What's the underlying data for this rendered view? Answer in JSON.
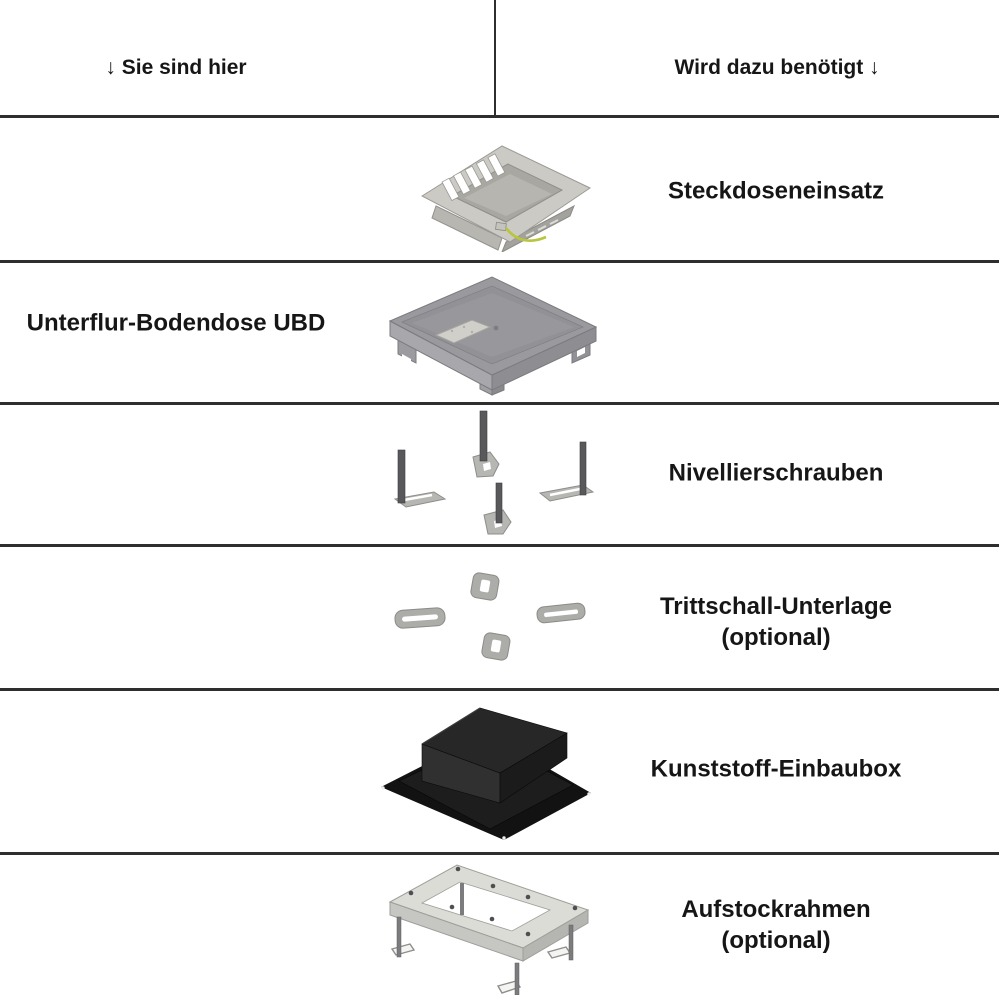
{
  "header": {
    "left_label": "↓ Sie sind hier",
    "right_label": "Wird dazu benötigt ↓"
  },
  "rows": [
    {
      "image": "steckdoseneinsatz",
      "label": "Steckdoseneinsatz",
      "label_side": "right"
    },
    {
      "image": "unterflur-bodendose-ubd",
      "label": "Unterflur-Bodendose UBD",
      "label_side": "left"
    },
    {
      "image": "nivellierschrauben",
      "label": "Nivellierschrauben",
      "label_side": "right"
    },
    {
      "image": "trittschall-unterlage",
      "label": "Trittschall-Unterlage",
      "label_line2": "(optional)",
      "label_side": "right"
    },
    {
      "image": "kunststoff-einbaubox",
      "label": "Kunststoff-Einbaubox",
      "label_side": "right"
    },
    {
      "image": "aufstockrahmen",
      "label": "Aufstockrahmen",
      "label_line2": "(optional)",
      "label_side": "right"
    }
  ],
  "colors": {
    "divider": "#2e2e2e",
    "text": "#161616",
    "background": "#ffffff",
    "metal_light": "#cbcac5",
    "metal_mid": "#9a9a9e",
    "metal_dark": "#525254",
    "plastic_black": "#1d1d1d",
    "ground_wire": "#b9c53c"
  }
}
